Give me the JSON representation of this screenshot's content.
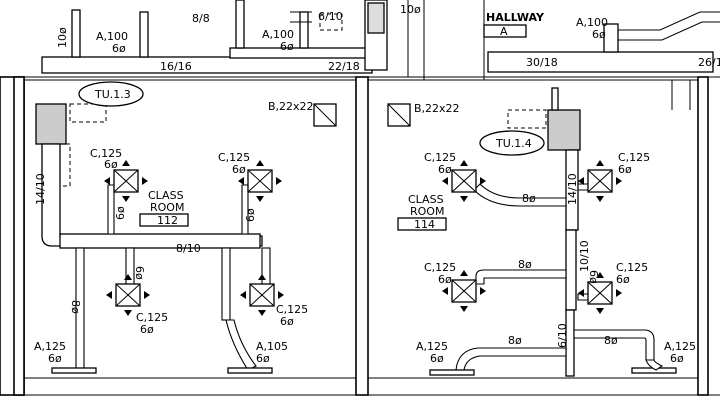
{
  "labels": {
    "top_a100_left": "A,100",
    "top_a100_left_sub": "6ø",
    "top_10o_left": "10ø",
    "top_8_8": "8/8",
    "top_a100_mid": "A,100",
    "top_a100_mid_sub": "6ø",
    "top_6_10": "6/10",
    "top_10o_right": "10ø",
    "hallway": "HALLWAY",
    "hallway_tag": "A",
    "top_a100_right": "A,100",
    "top_a100_right_sub": "6ø",
    "trunk_16_16": "16/16",
    "trunk_22_18": "22/18",
    "trunk_30_18": "30/18",
    "trunk_26_1": "26/1",
    "tu_left": "TU.1.3",
    "tu_right": "TU.1.4",
    "b_left": "B,22x22",
    "b_right": "B,22x22",
    "room1_name_l1": "CLASS",
    "room1_name_l2": "ROOM",
    "room1_number": "112",
    "room2_name_l1": "CLASS",
    "room2_name_l2": "ROOM",
    "room2_number": "114",
    "r1_c1": "C,125",
    "r1_c1_sub": "6ø",
    "r1_c2": "C,125",
    "r1_c2_sub": "6ø",
    "r1_c3": "C,125",
    "r1_c3_sub": "6ø",
    "r1_c4": "C,125",
    "r1_c4_sub": "6ø",
    "r1_main_duct": "8/10",
    "r1_riser": "14/10",
    "r1_6o_a": "6ø",
    "r1_6o_b": "6ø",
    "r1_6o_c": "6ø",
    "r1_8o": "8ø",
    "r1_a125": "A,125",
    "r1_a125_sub": "6ø",
    "r1_a105": "A,105",
    "r1_a105_sub": "6ø",
    "r2_c1": "C,125",
    "r2_c1_sub": "6ø",
    "r2_c2": "C,125",
    "r2_c2_sub": "6ø",
    "r2_c3": "C,125",
    "r2_c3_sub": "6ø",
    "r2_c4": "C,125",
    "r2_c4_sub": "6ø",
    "r2_riser": "14/10",
    "r2_10_10": "10/10",
    "r2_6_10": "6/10",
    "r2_8o_a": "8ø",
    "r2_8o_b": "8ø",
    "r2_8o_c": "8ø",
    "r2_8o_d": "8ø",
    "r2_6o_a": "6ø",
    "r2_a125_left": "A,125",
    "r2_a125_left_sub": "6ø",
    "r2_a125_right": "A,125",
    "r2_a125_right_sub": "6ø"
  }
}
